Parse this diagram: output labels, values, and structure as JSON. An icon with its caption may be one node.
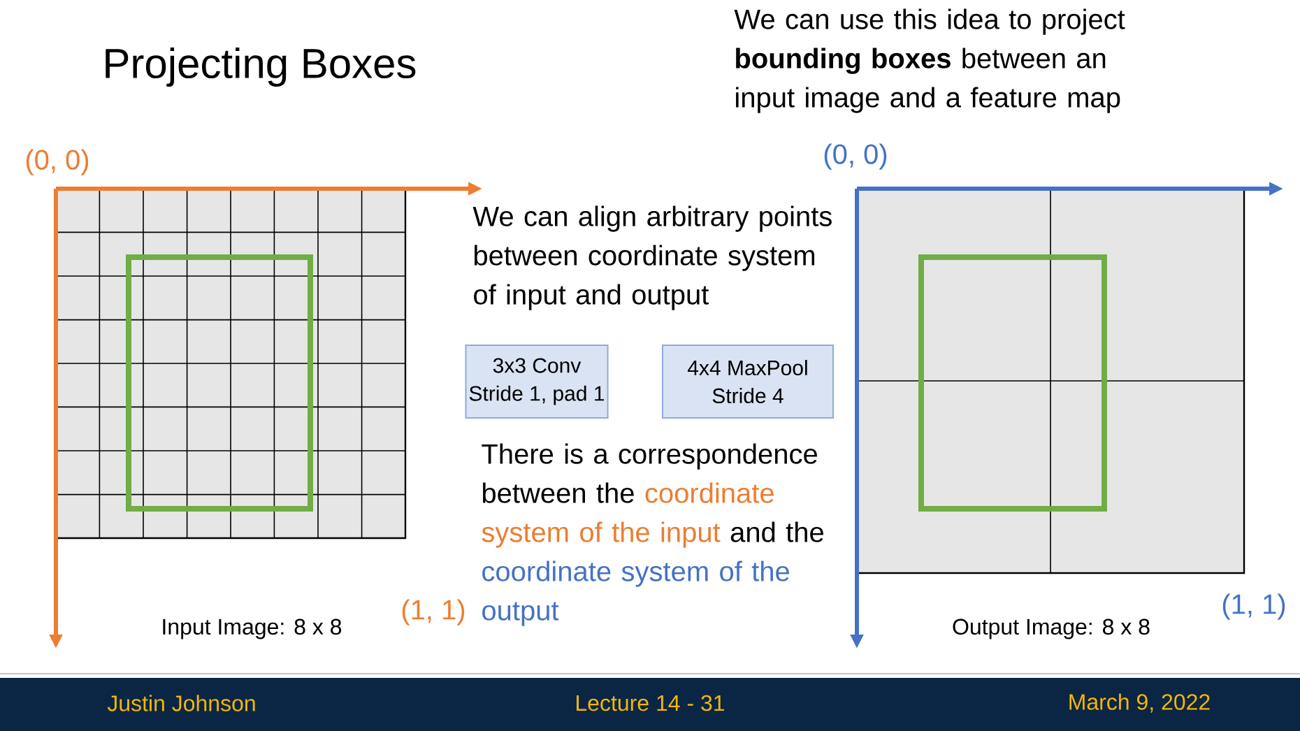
{
  "diagram": {
    "title": "Projecting Boxes",
    "nodes": [
      {
        "text": [
          "3x3 Conv",
          "Stride 1, pad 1"
        ]
      },
      {
        "text": [
          "4x4 MaxPool",
          "Stride 4"
        ]
      }
    ],
    "edges": [],
    "labels": [
      "We can use this idea to project **bounding boxes** between an input image and a feature map",
      "(0, 0)",
      "(0, 0)",
      "We can align arbitrary points between coordinate system of input and output",
      "There is a correspondence between the",
      "coordinate system of the input",
      "and the",
      "coordinate system of the output",
      "Input Image: 8 x 8",
      "(1, 1)",
      "Output Image: 8 x 8",
      "(1, 1)",
      "Justin Johnson",
      "Lecture 14 - 31",
      "March 9, 2022"
    ]
  }
}
